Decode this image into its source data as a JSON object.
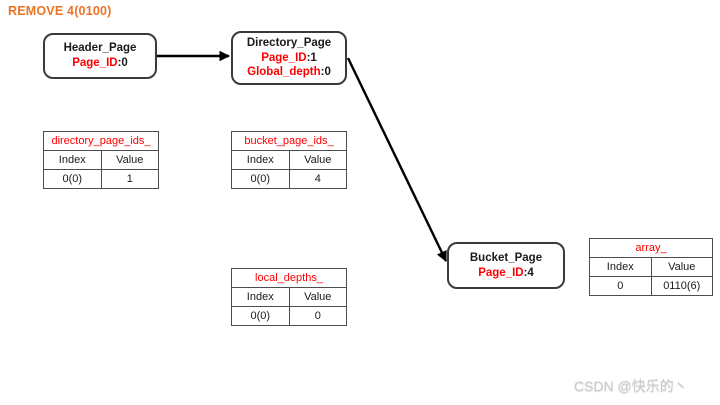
{
  "title": "REMOVE 4(0100)",
  "nodes": {
    "header_page": {
      "title": "Header_Page",
      "fields": [
        {
          "key": "Page_ID",
          "value": ":0"
        }
      ]
    },
    "directory_page": {
      "title": "Directory_Page",
      "fields": [
        {
          "key": "Page_ID",
          "value": ":1"
        },
        {
          "key": "Global_depth",
          "value": ":0"
        }
      ]
    },
    "bucket_page": {
      "title": "Bucket_Page",
      "fields": [
        {
          "key": "Page_ID",
          "value": ":4"
        }
      ]
    }
  },
  "tables": [
    {
      "title": "directory_page_ids_",
      "headers": [
        "Index",
        "Value"
      ],
      "rows": [
        [
          "0(0)",
          "1"
        ]
      ]
    },
    {
      "title": "bucket_page_ids_",
      "headers": [
        "Index",
        "Value"
      ],
      "rows": [
        [
          "0(0)",
          "4"
        ]
      ]
    },
    {
      "title": "local_depths_",
      "headers": [
        "Index",
        "Value"
      ],
      "rows": [
        [
          "0(0)",
          "0"
        ]
      ]
    },
    {
      "title": "array_",
      "headers": [
        "Index",
        "Value"
      ],
      "rows": [
        [
          "0",
          "0110(6)"
        ]
      ]
    }
  ],
  "colors": {
    "accent_orange": "#ED7224",
    "label_red": "#FE0000",
    "node_border": "#3A3A3A",
    "table_border": "#4D4D4D",
    "arrow_black": "#000000",
    "watermark_gray": "#C9C9C9"
  },
  "watermark": "CSDN @快乐的丶"
}
